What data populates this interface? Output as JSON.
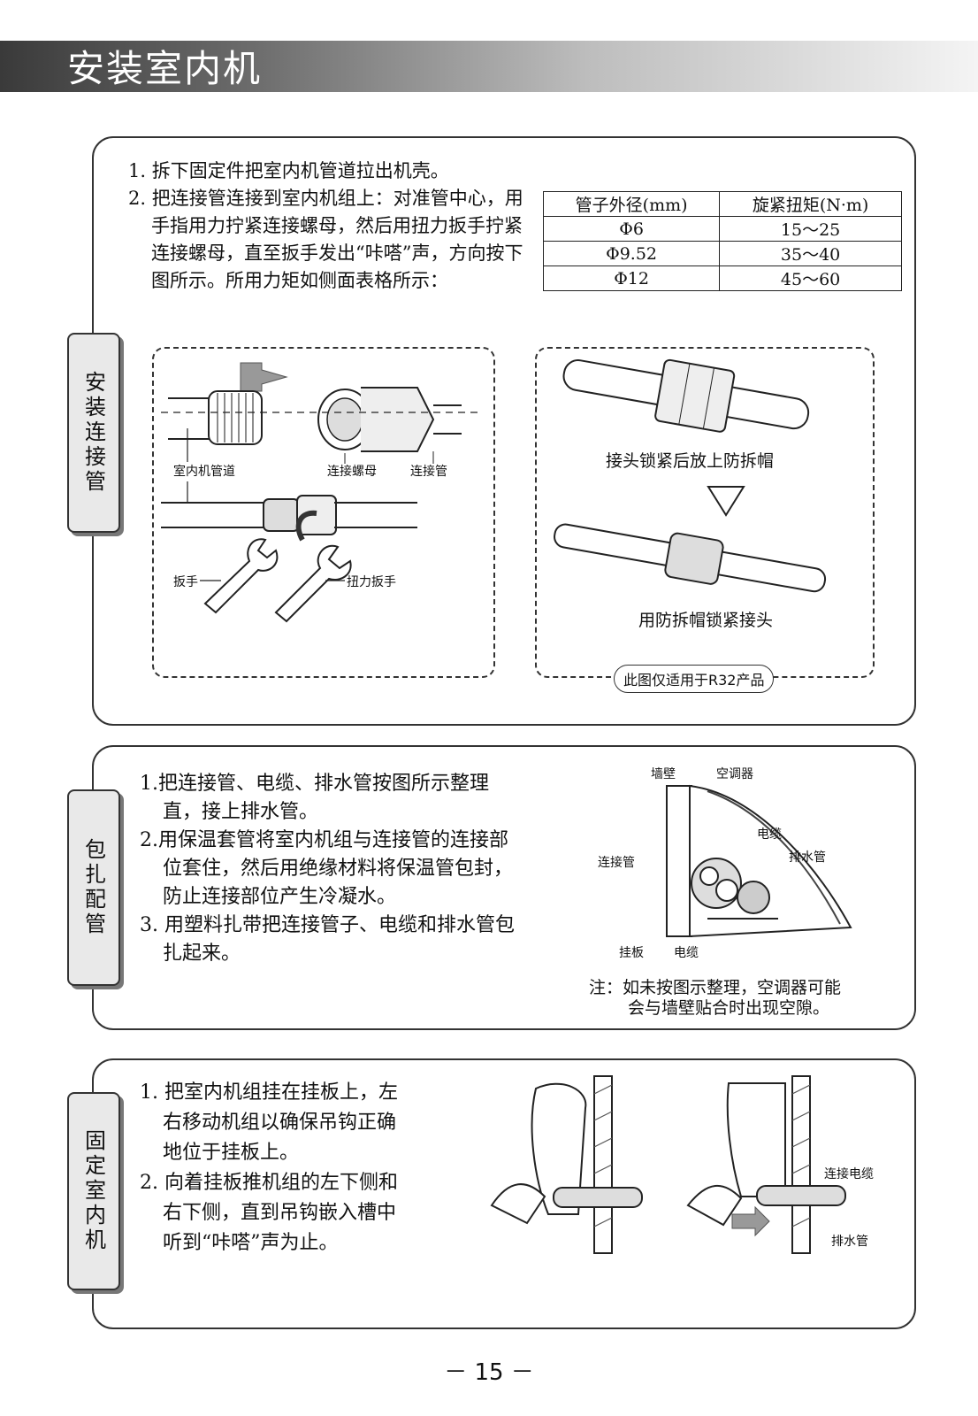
{
  "page": {
    "title": "安装室内机",
    "page_number": "－ 15 －"
  },
  "sections": [
    {
      "tab": "安装连接管",
      "steps": [
        "1. 拆下固定件把室内机管道拉出机壳。",
        "2. 把连接管连接到室内机组上：对准管中心，用手指用力拧紧连接螺母，然后用扭力扳手拧紧连接螺母，直至扳手发出“咔嗒”声，方向按下图所示。所用力矩如侧面表格所示："
      ],
      "table": {
        "headers": [
          "管子外径(mm)",
          "旋紧扭矩(N·m)"
        ],
        "rows": [
          [
            "Φ6",
            "15～25"
          ],
          [
            "Φ9.52",
            "35～40"
          ],
          [
            "Φ12",
            "45～60"
          ]
        ]
      },
      "figure_left_labels": {
        "indoor_pipe": "室内机管道",
        "nut": "连接螺母",
        "connecting_pipe": "连接管",
        "wrench": "扳手",
        "torque_wrench": "扭力扳手"
      },
      "figure_right_labels": {
        "caption_top": "接头锁紧后放上防拆帽",
        "caption_bottom": "用防拆帽锁紧接头",
        "note": "此图仅适用于R32产品"
      }
    },
    {
      "tab": "包扎配管",
      "steps": [
        "1.把连接管、电缆、排水管按图所示整理直，接上排水管。",
        "2.用保温套管将室内机组与连接管的连接部位套住，然后用绝缘材料将保温管包封，防止连接部位产生冷凝水。",
        "3. 用塑料扎带把连接管子、电缆和排水管包扎起来。"
      ],
      "figure_labels": {
        "wall": "墙壁",
        "aircon": "空调器",
        "cable_top": "电缆",
        "connecting_pipe": "连接管",
        "drain_pipe": "排水管",
        "mounting_plate": "挂板",
        "cable_bottom": "电缆"
      },
      "note": [
        "注：如未按图示整理，空调器可能",
        "会与墙壁贴合时出现空隙。"
      ]
    },
    {
      "tab": "固定室内机",
      "steps": [
        "1. 把室内机组挂在挂板上，左右移动机组以确保吊钩正确地位于挂板上。",
        "2. 向着挂板推机组的左下侧和右下侧，直到吊钩嵌入槽中听到“咔嗒”声为止。"
      ],
      "figure_labels": {
        "cable": "连接电缆",
        "drain_pipe": "排水管"
      }
    }
  ]
}
